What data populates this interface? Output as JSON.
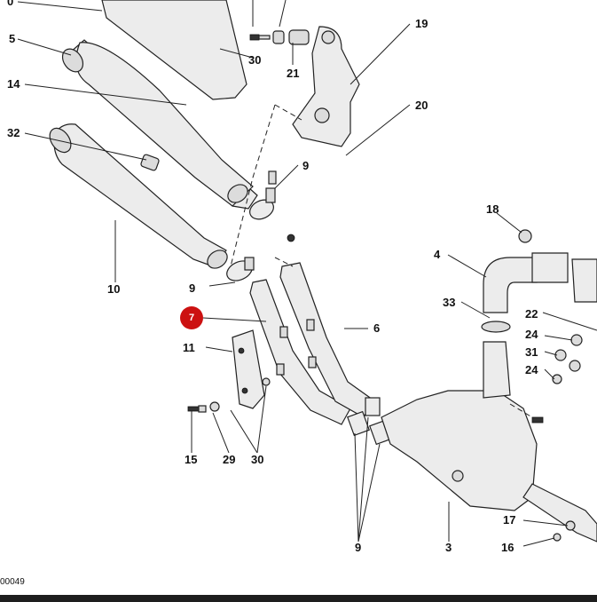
{
  "diagram": {
    "callouts": {
      "c0": "0",
      "c5": "5",
      "c14": "14",
      "c32": "32",
      "c10": "10",
      "c19": "19",
      "c21": "21",
      "c30a": "30",
      "c20": "20",
      "c9a": "9",
      "c9b": "9",
      "c18": "18",
      "c4": "4",
      "c33": "33",
      "c22": "22",
      "c24a": "24",
      "c31": "31",
      "c24b": "24",
      "c11": "11",
      "c6": "6",
      "c15": "15",
      "c29": "29",
      "c30b": "30",
      "c9c": "9",
      "c3": "3",
      "c17": "17",
      "c16": "16"
    },
    "selected_badge": "7",
    "badge_color": "#cc1111",
    "drawing_code": "00049"
  }
}
